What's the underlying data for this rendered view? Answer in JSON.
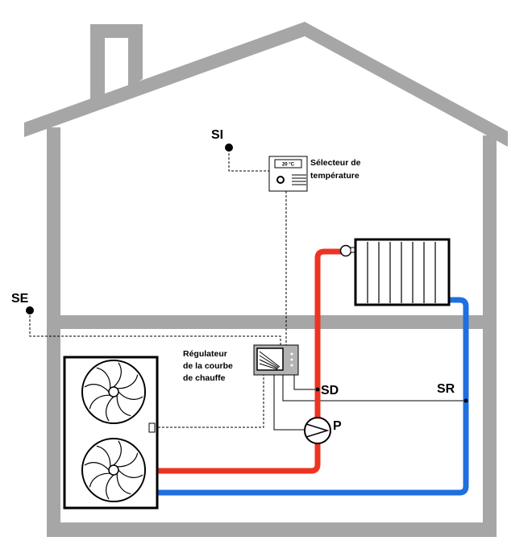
{
  "labels": {
    "si": "SI",
    "se": "SE",
    "sd": "SD",
    "sr": "SR",
    "p": "P",
    "selector_line1": "Sélecteur de",
    "selector_line2": "température",
    "selector_display": "20 °C",
    "regulator_line1": "Régulateur",
    "regulator_line2": "de la courbe",
    "regulator_line3": "de chauffe"
  },
  "colors": {
    "house_wall": "#a6a6a6",
    "supply_pipe": "#ee3322",
    "return_pipe": "#1f6fe0",
    "wire": "#000000"
  },
  "icons": [
    "sensor-dot-icon",
    "fan-icon",
    "pump-icon",
    "radiator-icon",
    "valve-icon",
    "thermostat-icon",
    "regulator-icon"
  ]
}
